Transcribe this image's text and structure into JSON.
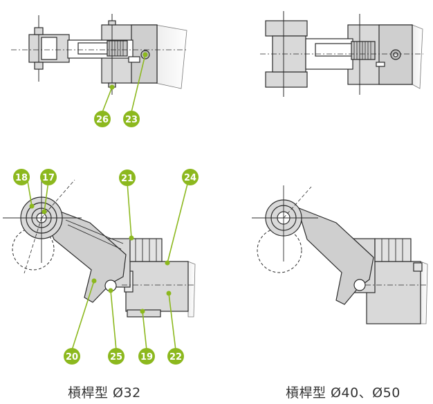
{
  "callouts": {
    "c26": "26",
    "c23": "23",
    "c18": "18",
    "c17": "17",
    "c21": "21",
    "c24": "24",
    "c20": "20",
    "c25": "25",
    "c19": "19",
    "c22": "22"
  },
  "captions": {
    "left": "槓桿型 Ø32",
    "right": "槓桿型 Ø40、Ø50"
  },
  "colors": {
    "callout_fill": "#8cb81e",
    "part_fill": "#d9d9d9",
    "outline": "#2a2a2a"
  }
}
